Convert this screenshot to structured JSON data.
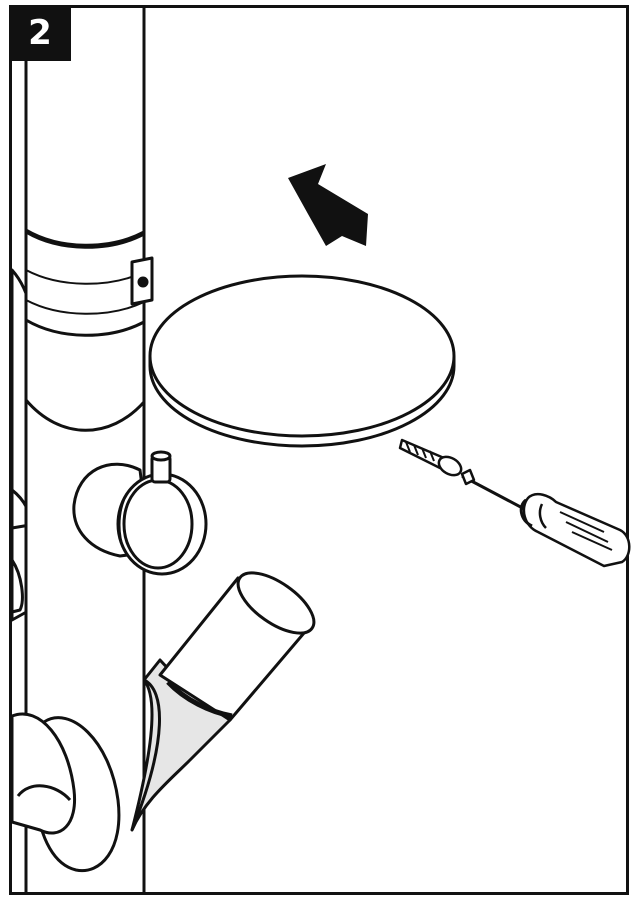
{
  "step": {
    "number": "2"
  },
  "colors": {
    "ink": "#111111",
    "paper": "#ffffff",
    "shade": "#e6e6e6"
  },
  "icons": [
    "arrow-up-left-icon",
    "screwdriver-icon",
    "screw-icon"
  ],
  "parts": [
    "pole",
    "pole-clamp",
    "round-shelf-disc",
    "coat-hook-knob",
    "coat-hook-cone",
    "lower-hook"
  ]
}
